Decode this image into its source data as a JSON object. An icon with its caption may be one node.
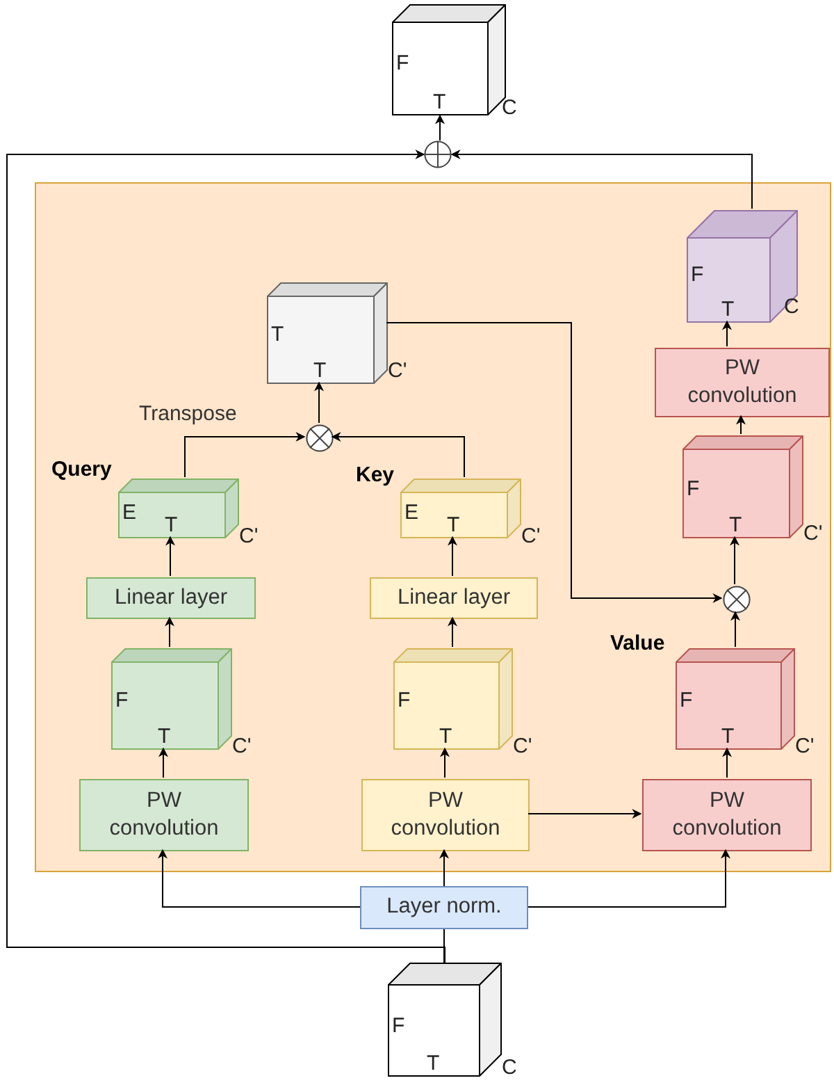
{
  "diagram": {
    "nodes": [
      {
        "text": [
          "F",
          "T"
        ],
        "beside": [
          "C"
        ]
      },
      {
        "text": [],
        "shape": "circle"
      },
      {
        "text": [],
        "shape": "box"
      },
      {
        "text": [
          "F",
          "T"
        ],
        "beside": [
          "C"
        ],
        "in": 2
      },
      {
        "text": [
          "T",
          "T"
        ],
        "beside": [
          "C'"
        ],
        "in": 2
      },
      {
        "text": [
          "PW convolution"
        ],
        "in": 2
      },
      {
        "text": [],
        "shape": "circle",
        "in": 2
      },
      {
        "text": [
          "E",
          "T"
        ],
        "beside": [
          "Query",
          "C'"
        ],
        "in": 2
      },
      {
        "text": [
          "E",
          "T"
        ],
        "beside": [
          "Key",
          "C'"
        ],
        "in": 2
      },
      {
        "text": [
          "F",
          "T"
        ],
        "beside": [
          "C'"
        ],
        "in": 2
      },
      {
        "text": [
          "Linear layer"
        ],
        "in": 2
      },
      {
        "text": [
          "Linear layer"
        ],
        "in": 2
      },
      {
        "text": [],
        "shape": "circle",
        "in": 2
      },
      {
        "text": [
          "F",
          "T"
        ],
        "beside": [
          "C'"
        ],
        "in": 2
      },
      {
        "text": [
          "F",
          "T"
        ],
        "beside": [
          "C'"
        ],
        "in": 2
      },
      {
        "text": [
          "F",
          "T"
        ],
        "beside": [
          "Value",
          "C'"
        ],
        "in": 2
      },
      {
        "text": [
          "PW convolution"
        ],
        "in": 2
      },
      {
        "text": [
          "PW convolution"
        ],
        "in": 2
      },
      {
        "text": [
          "PW convolution"
        ],
        "in": 2
      },
      {
        "text": [
          "Layer norm."
        ]
      },
      {
        "text": [
          "F",
          "T"
        ],
        "beside": [
          "C"
        ]
      }
    ],
    "edges": [
      {
        "from": 20,
        "to": 19,
        "arrow": "none"
      },
      {
        "from": 20,
        "to": 1,
        "arrow": "to"
      },
      {
        "from": 19,
        "to": 16,
        "arrow": "to"
      },
      {
        "from": 19,
        "to": 17,
        "arrow": "to"
      },
      {
        "from": 19,
        "to": 18,
        "arrow": "to"
      },
      {
        "from": 16,
        "to": 13,
        "arrow": "to"
      },
      {
        "from": 17,
        "to": 14,
        "arrow": "to"
      },
      {
        "from": 18,
        "to": 15,
        "arrow": "to"
      },
      {
        "from": 17,
        "to": 18,
        "arrow": "to"
      },
      {
        "from": 13,
        "to": 10,
        "arrow": "to"
      },
      {
        "from": 14,
        "to": 11,
        "arrow": "to"
      },
      {
        "from": 10,
        "to": 7,
        "arrow": "to"
      },
      {
        "from": 11,
        "to": 8,
        "arrow": "to"
      },
      {
        "from": 7,
        "to": 6,
        "arrow": "to",
        "label": "Transpose"
      },
      {
        "from": 8,
        "to": 6,
        "arrow": "to"
      },
      {
        "from": 6,
        "to": 4,
        "arrow": "to"
      },
      {
        "from": 4,
        "to": 12,
        "arrow": "to"
      },
      {
        "from": 15,
        "to": 12,
        "arrow": "to"
      },
      {
        "from": 12,
        "to": 9,
        "arrow": "to"
      },
      {
        "from": 9,
        "to": 5,
        "arrow": "to"
      },
      {
        "from": 5,
        "to": 3,
        "arrow": "to"
      },
      {
        "from": 3,
        "to": 1,
        "arrow": "to"
      },
      {
        "from": 1,
        "to": 0,
        "arrow": "to"
      }
    ]
  }
}
